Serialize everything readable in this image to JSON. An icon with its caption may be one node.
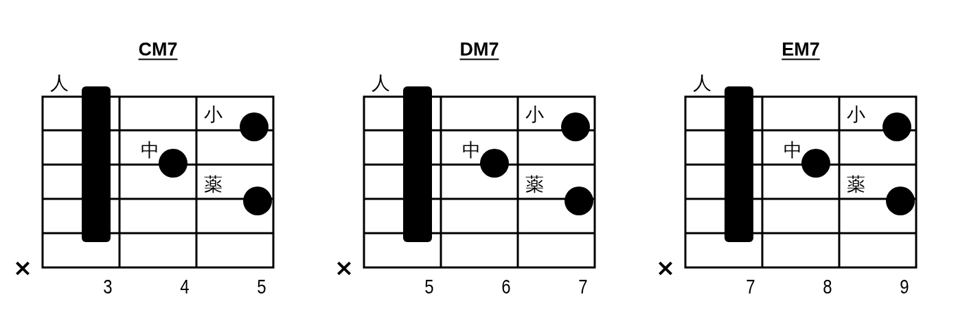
{
  "diagram": {
    "labels": [
      "CM7",
      "人",
      "小",
      "中",
      "薬",
      "×",
      "3",
      "4",
      "5",
      "DM7",
      "人",
      "小",
      "中",
      "薬",
      "×",
      "5",
      "6",
      "7",
      "EM7",
      "人",
      "小",
      "中",
      "薬",
      "×",
      "7",
      "8",
      "9"
    ]
  }
}
